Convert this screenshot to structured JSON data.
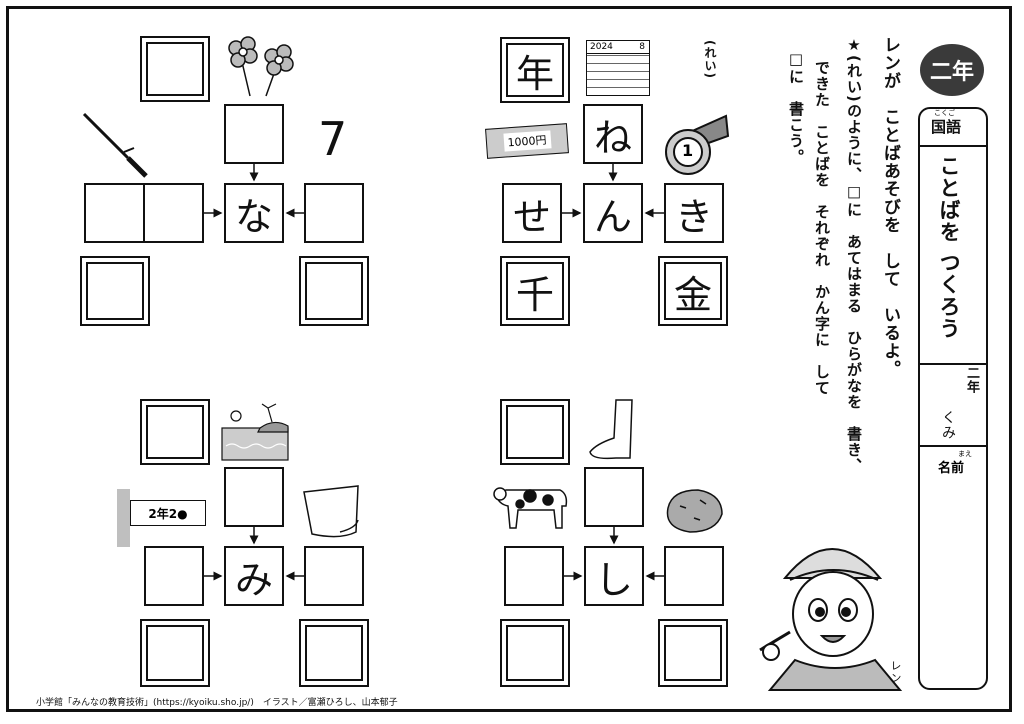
{
  "grade_badge": "二年",
  "subject_label": "国語",
  "subject_ruby": "こくご",
  "worksheet_title": "ことばを つくろう",
  "grade_field": "二年",
  "class_field": "くみ",
  "name_field": "名前",
  "name_ruby": "まえ",
  "instruction_lines": [
    "レンが　ことばあそびを　して　いるよ。",
    "★(れい)のように、□に　あてはまる　ひらがなを　書き、",
    "できた　ことばを　それぞれ　かん字に　して",
    "□に　書こう。"
  ],
  "example_label": "(れい)",
  "character_name": "レン",
  "example": {
    "top_kanji": "年",
    "top_kana": "ね",
    "left_kana": "せ",
    "center_kana": "ん",
    "right_kana": "き",
    "bottom_left_kanji": "千",
    "bottom_right_kanji": "金",
    "calendar_year": "2024",
    "calendar_month": "8",
    "banknote_label": "1000円",
    "medal_label": "1"
  },
  "puzzle_na": {
    "center": "な",
    "number_clue": "7"
  },
  "puzzle_mi": {
    "center": "み",
    "sign_text": "2年2●"
  },
  "puzzle_shi": {
    "center": "し"
  },
  "footer_credit": "小学館「みんなの教育技術」(https://kyoiku.sho.jp/)　イラスト／富瀬ひろし、山本郁子",
  "icons": [
    "flower-icon",
    "katana-icon",
    "calendar-icon",
    "banknote-icon",
    "medal-icon",
    "beach-icon",
    "classroom-sign-icon",
    "paper-icon",
    "leg-icon",
    "cow-icon",
    "rock-icon",
    "detective-boy-illustration"
  ],
  "colors": {
    "ink": "#111111",
    "badge_bg": "#3a3a3a",
    "gray": "#bfbfbf"
  }
}
